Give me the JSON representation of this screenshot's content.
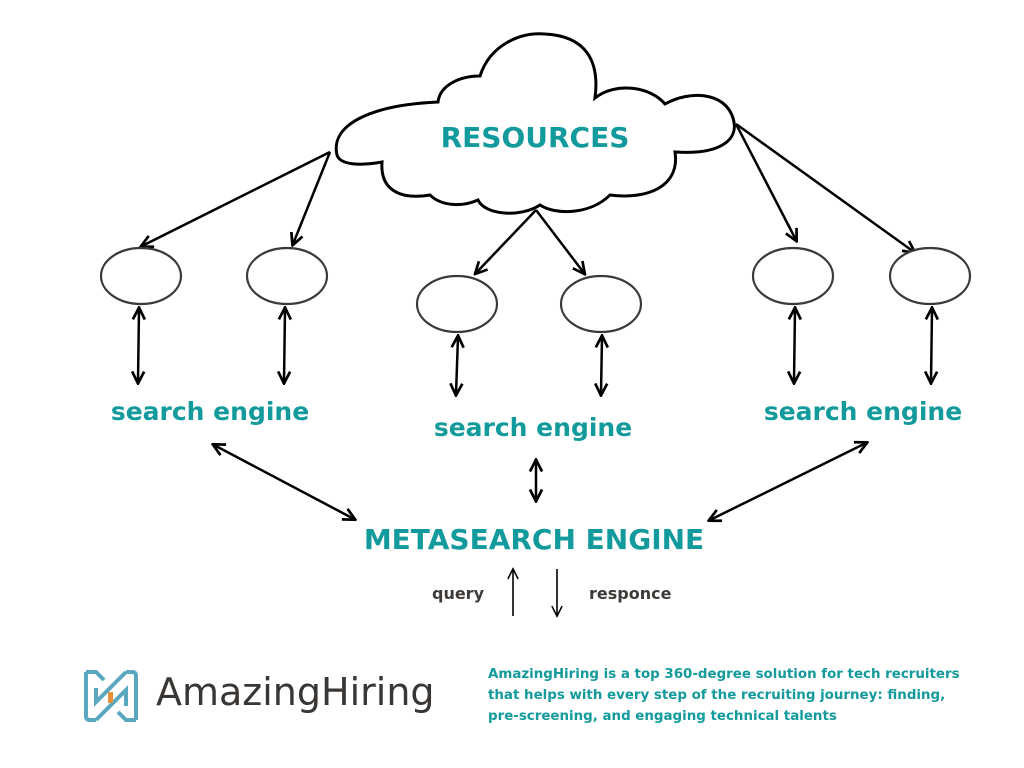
{
  "diagram": {
    "cloud_label": "RESOURCES",
    "search_engines": [
      {
        "label": "search engine",
        "nodes": 2
      },
      {
        "label": "search engine",
        "nodes": 2
      },
      {
        "label": "search engine",
        "nodes": 2
      }
    ],
    "metasearch_label": "METASEARCH ENGINE",
    "query_label": "query",
    "response_label": "responce"
  },
  "brand": {
    "name": "AmazingHiring",
    "logo_icon": "amazinghiring-logo-icon",
    "description": "AmazingHiring is a top 360-degree solution for tech recruiters that helps with every step of the recruiting journey: finding, pre-screening, and engaging technical talents"
  },
  "colors": {
    "accent": "#139a9c",
    "text_dark": "#3a3633",
    "logo_blue": "#5aa8c0",
    "logo_orange": "#e8913a"
  }
}
